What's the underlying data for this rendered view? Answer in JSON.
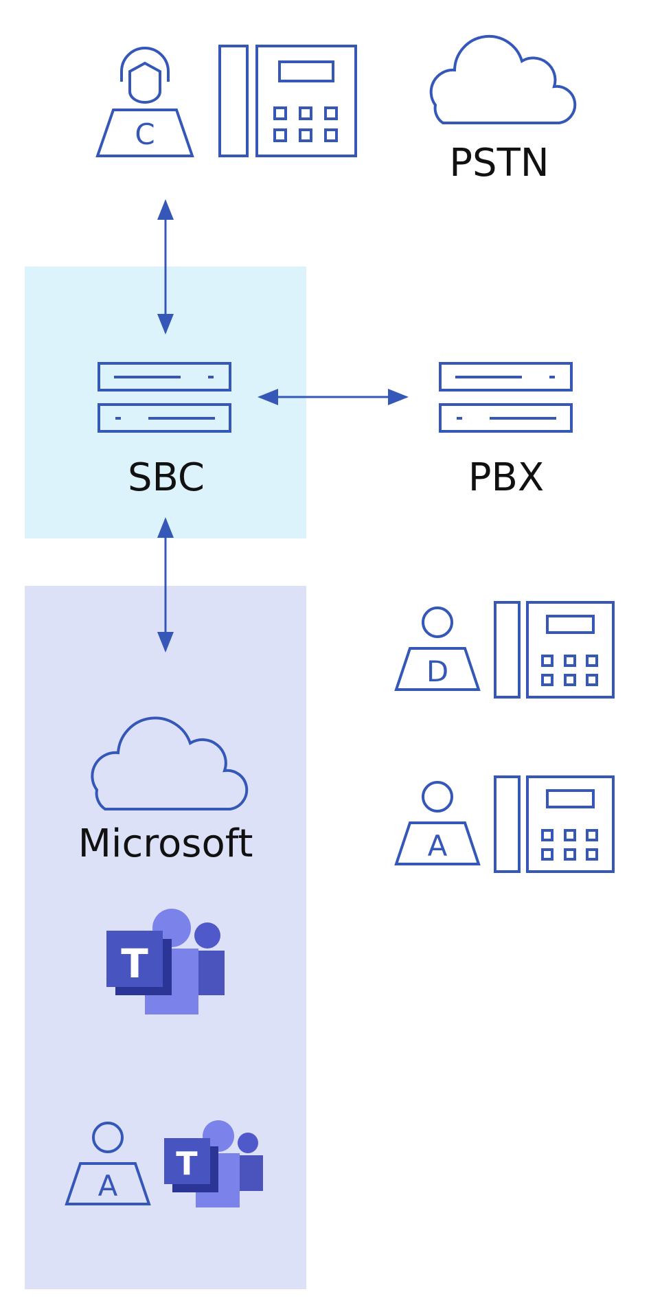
{
  "nodes": {
    "pstn": {
      "label": "PSTN"
    },
    "sbc": {
      "label": "SBC"
    },
    "pbx": {
      "label": "PBX"
    },
    "microsoft": {
      "label": "Microsoft"
    }
  },
  "users": {
    "user_c": {
      "letter": "C",
      "icon": "user-c-icon"
    },
    "user_d": {
      "letter": "D",
      "icon": "user-d-icon"
    },
    "user_a_pbx": {
      "letter": "A",
      "icon": "user-a-icon"
    },
    "user_a_teams": {
      "letter": "A",
      "icon": "user-a-icon"
    },
    "teams_letter": "T"
  },
  "colors": {
    "icon_stroke": "#3558b8",
    "sbc_zone": "#dcf3fb",
    "microsoft_zone": "#dde1f8",
    "teams_dark": "#3d4bb0",
    "teams_mid": "#5059c9",
    "teams_light": "#7b83eb",
    "teams_back": "#4b53bc"
  }
}
